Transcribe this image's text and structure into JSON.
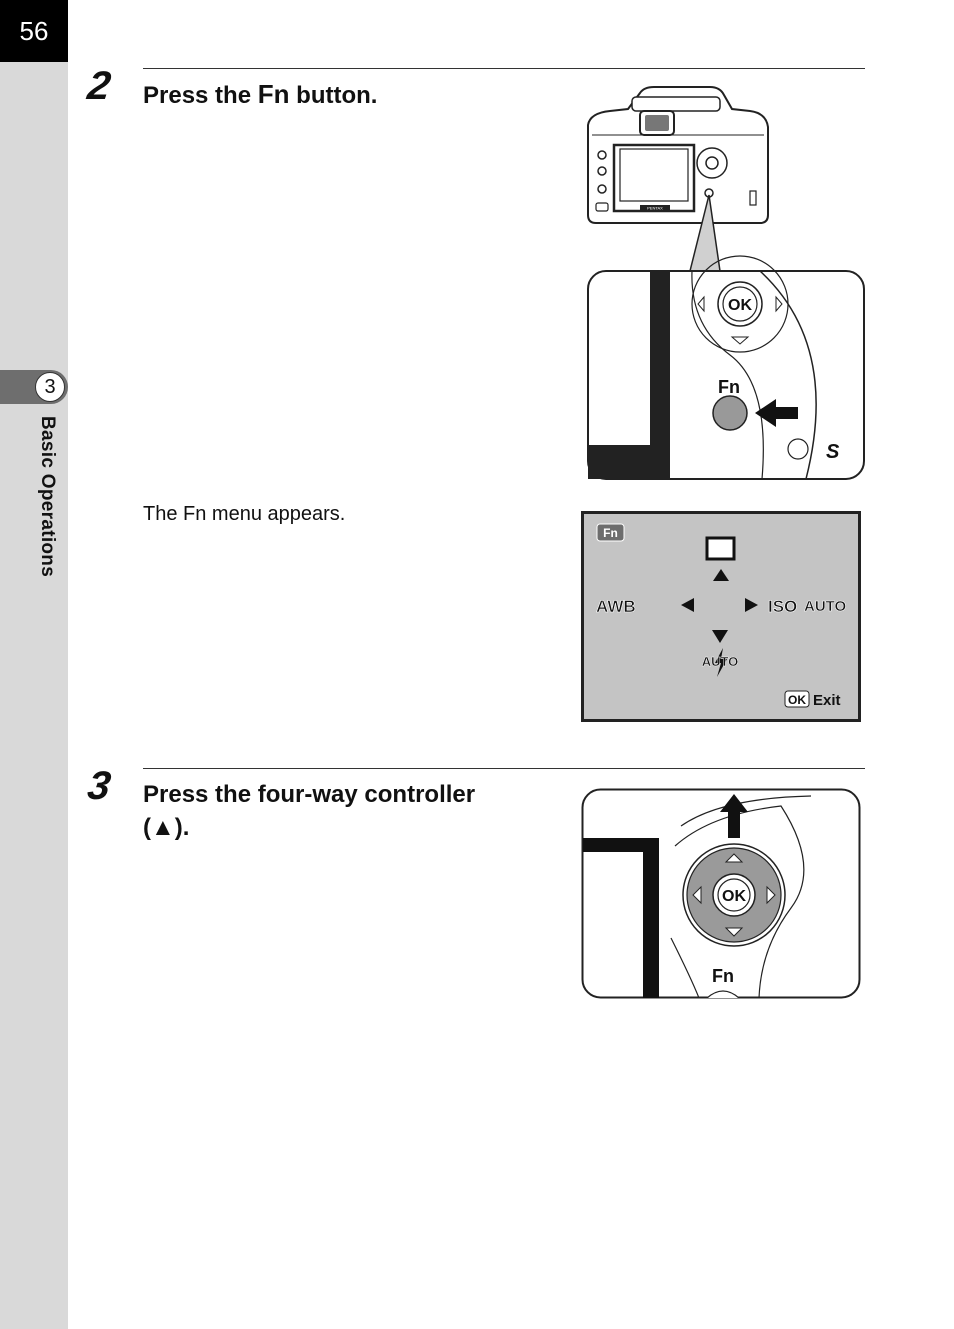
{
  "page": {
    "number": "56"
  },
  "sidebar": {
    "chapter_number": "3",
    "chapter_title": "Basic Operations"
  },
  "steps": [
    {
      "number": "2",
      "text_before": "Press the ",
      "key": "Fn",
      "text_after": " button."
    },
    {
      "number": "3",
      "line1": "Press the four-way controller",
      "line2": "(▲)."
    }
  ],
  "note": "The Fn menu appears.",
  "camera_illustration": {
    "brand": "PENTAX",
    "zoom_labels": {
      "ok": "OK",
      "fn": "Fn"
    }
  },
  "fn_menu_screen": {
    "badge": "Fn",
    "left_label": "AWB",
    "right_label_iso": "ISO",
    "right_label_auto": "AUTO",
    "bottom_label": "AUTO",
    "exit_key": "OK",
    "exit_label": "Exit",
    "colors": {
      "screen_bg": "#c4c4c4",
      "border": "#222222"
    }
  },
  "controller_illustration": {
    "ok": "OK",
    "fn": "Fn"
  }
}
